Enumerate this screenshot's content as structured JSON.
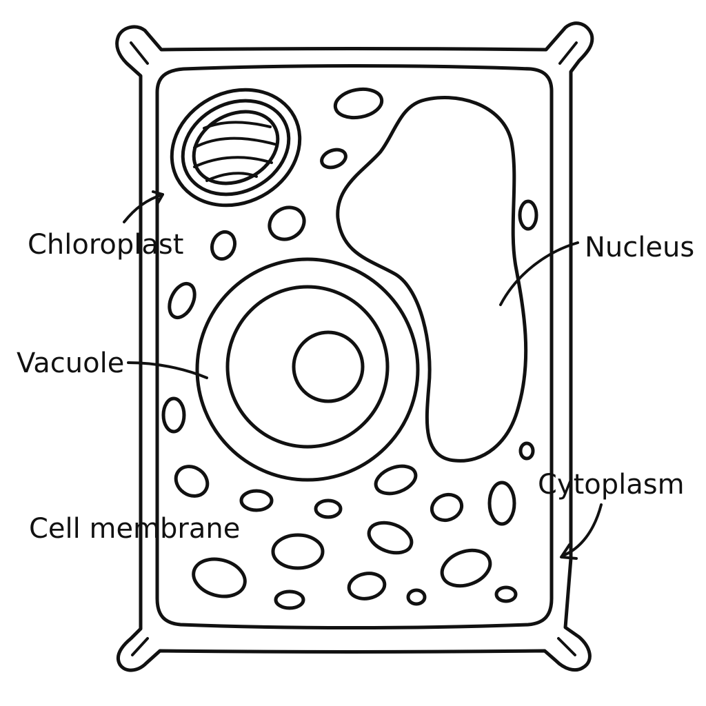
{
  "diagram": {
    "labels": {
      "chloroplast": "Chloroplast",
      "nucleus": "Nucleus",
      "vacuole": "Vacuole",
      "cytoplasm": "Cytoplasm",
      "cell_membrane": "Cell membrane"
    },
    "colors": {
      "ink": "#111111",
      "background": "#ffffff"
    }
  }
}
